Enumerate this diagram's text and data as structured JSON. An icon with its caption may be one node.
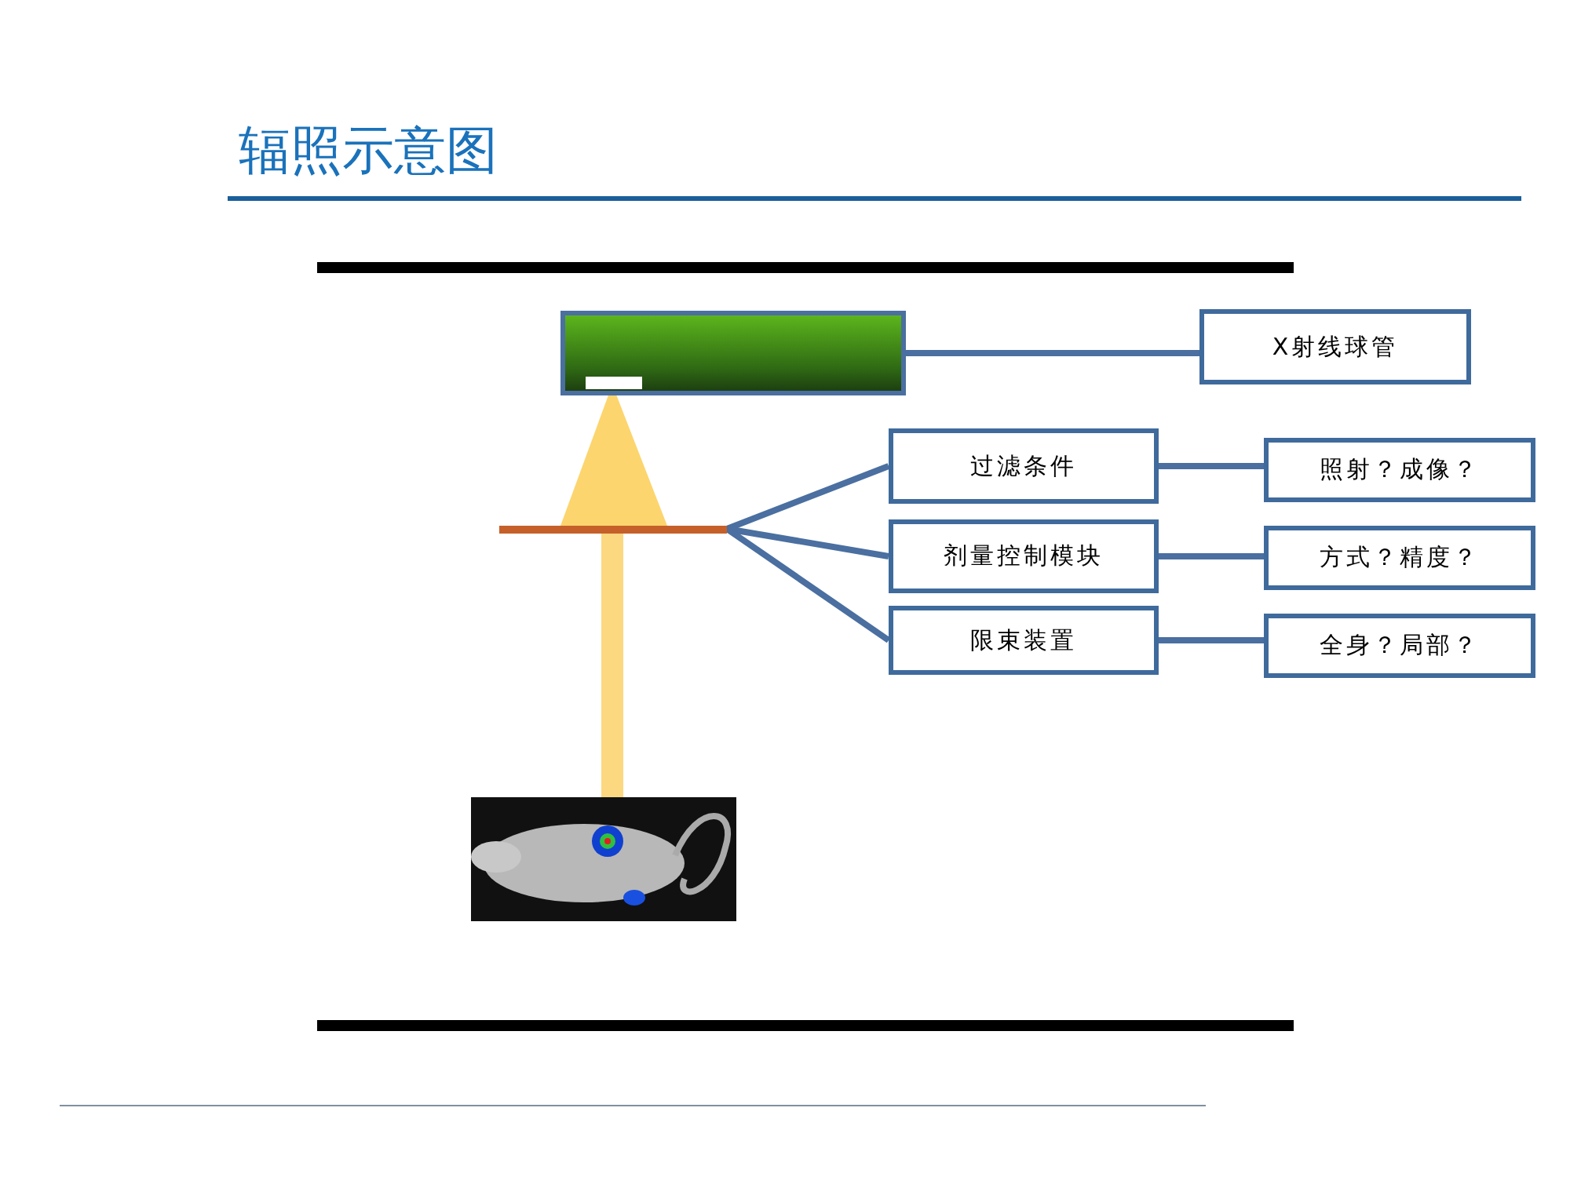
{
  "diagram": {
    "title": "辐照示意图",
    "nodes": [
      {
        "text": [],
        "shape": "box"
      },
      {
        "text": [
          "X射线球管"
        ]
      },
      {
        "text": [],
        "shape": "bar"
      },
      {
        "text": [
          "过滤条件"
        ]
      },
      {
        "text": [
          "剂量控制模块"
        ]
      },
      {
        "text": [
          "限束装置"
        ]
      },
      {
        "text": [
          "照射？成像？"
        ]
      },
      {
        "text": [
          "方式？精度？"
        ]
      },
      {
        "text": [
          "全身？局部？"
        ]
      }
    ],
    "edges": [
      {
        "from": 0,
        "to": 1,
        "arrow": "none"
      },
      {
        "from": 2,
        "to": 3,
        "arrow": "none"
      },
      {
        "from": 2,
        "to": 4,
        "arrow": "none"
      },
      {
        "from": 2,
        "to": 5,
        "arrow": "none"
      },
      {
        "from": 3,
        "to": 6,
        "arrow": "none"
      },
      {
        "from": 4,
        "to": 7,
        "arrow": "none"
      },
      {
        "from": 5,
        "to": 8,
        "arrow": "none"
      }
    ]
  }
}
